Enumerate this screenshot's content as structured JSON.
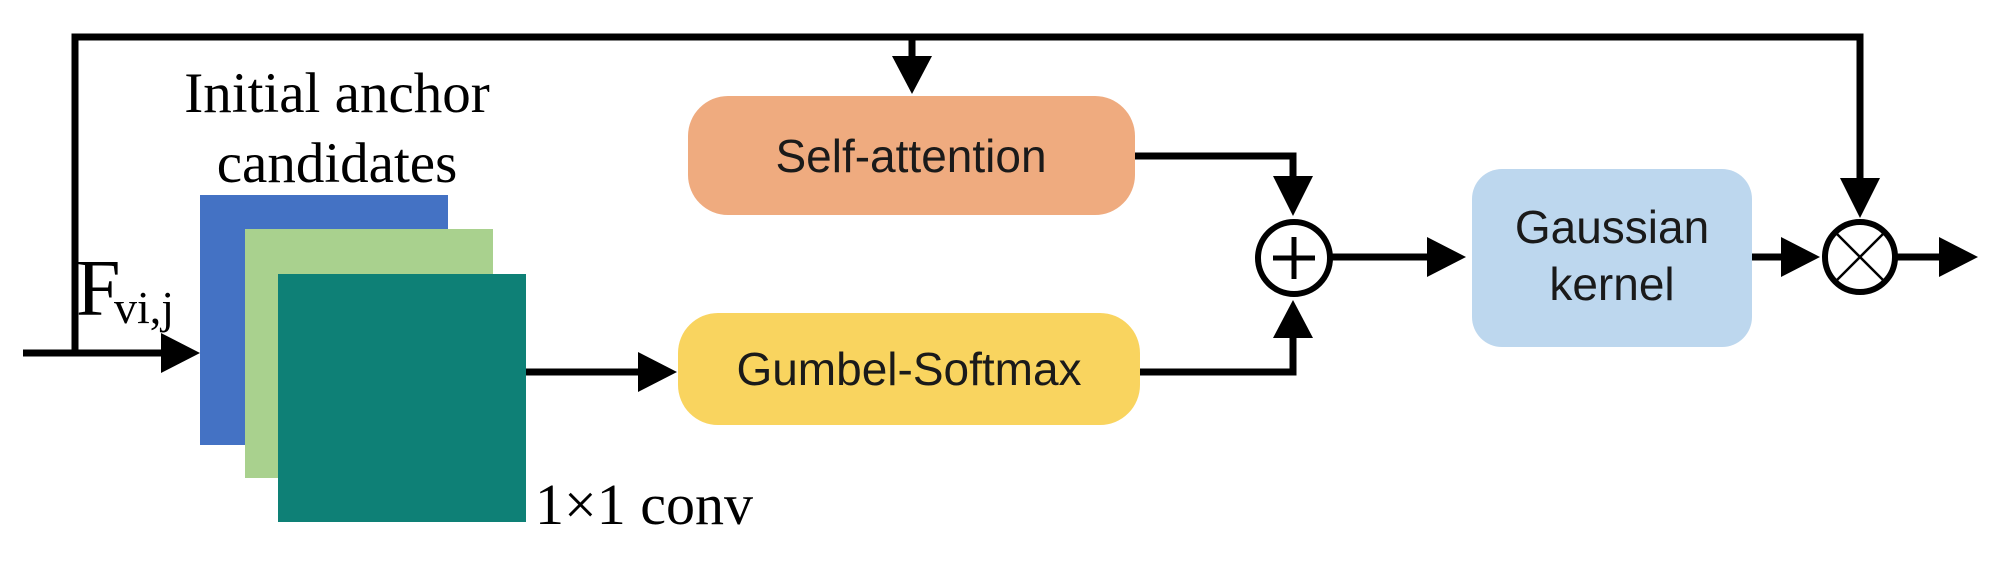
{
  "diagram": {
    "input_label": {
      "base": "F",
      "subscript": "vi,j"
    },
    "stack_label": {
      "line1": "Initial anchor",
      "line2": "candidates"
    },
    "conv_label": "1×1 conv",
    "nodes": {
      "self_attention": "Self-attention",
      "gumbel_softmax": "Gumbel-Softmax",
      "gaussian_kernel": {
        "line1": "Gaussian",
        "line2": "kernel"
      }
    },
    "operators": {
      "add": "+",
      "multiply": "×"
    }
  },
  "colors": {
    "blue_square": "#4472C4",
    "green_square": "#A9D18E",
    "teal_square": "#0E8076",
    "self_attention_fill": "#EFAB7F",
    "gumbel_fill": "#F9D45F",
    "gaussian_fill": "#BDD7EE",
    "line": "#000000"
  }
}
